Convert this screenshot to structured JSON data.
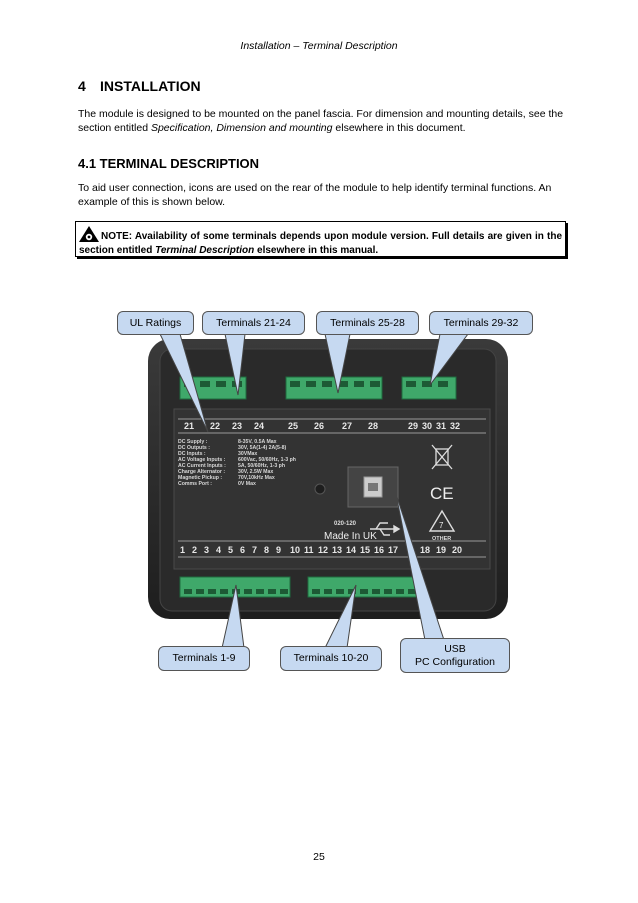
{
  "header": "Installation – Terminal Description",
  "section": {
    "number": "4",
    "title": "INSTALLATION"
  },
  "intro": {
    "before": "The module is designed to be mounted on the panel fascia. For dimension and mounting details, see the section entitled ",
    "italic": "Specification, Dimension and mounting",
    "after": " elsewhere in this document."
  },
  "subsection": "4.1 TERMINAL DESCRIPTION",
  "sub_text": "To aid user connection, icons are used on the rear of the module to help identify terminal functions. An example of this is shown below.",
  "note": {
    "before": "NOTE: Availability of some terminals depends upon module version. Full details are given in the section entitled ",
    "italic": "Terminal Description",
    "after": " elsewhere in this manual."
  },
  "callouts": {
    "ul": "UL Ratings",
    "t21": "Terminals 21-24",
    "t25": "Terminals 25-28",
    "t29": "Terminals 29-32",
    "t1": "Terminals 1-9",
    "t10": "Terminals 10-20",
    "usb_line1": "USB",
    "usb_line2": "PC Configuration"
  },
  "device": {
    "top_terminals": [
      "21",
      "22",
      "23",
      "24",
      "25",
      "26",
      "27",
      "28",
      "29",
      "30",
      "31",
      "32"
    ],
    "bottom_terminals": [
      "1",
      "2",
      "3",
      "4",
      "5",
      "6",
      "7",
      "8",
      "9",
      "10",
      "11",
      "12",
      "13",
      "14",
      "15",
      "16",
      "17",
      "18",
      "19",
      "20"
    ],
    "spec_labels": [
      "DC Supply :",
      "DC Outputs :",
      "DC Inputs :",
      "AC Voltage Inputs :",
      "AC Current Inputs :",
      "Charge Alternator :",
      "Magnetic Pickup :",
      "Comms Port :"
    ],
    "spec_values": [
      "8-35V, 0.5A Max",
      "30V, 5A(1-4) 2A(5-8)",
      "30VMax",
      "600Vac, 50/60Hz, 1-3 ph",
      "5A, 50/60Hz, 1-3 ph",
      "30V, 2.5W Max",
      "70V,10kHz Max",
      "0V Max"
    ],
    "model": "020-120",
    "made_in": "Made In UK",
    "other_label": "OTHER",
    "recycle_number": "7",
    "ce_mark": "CE"
  },
  "page_number": "25"
}
